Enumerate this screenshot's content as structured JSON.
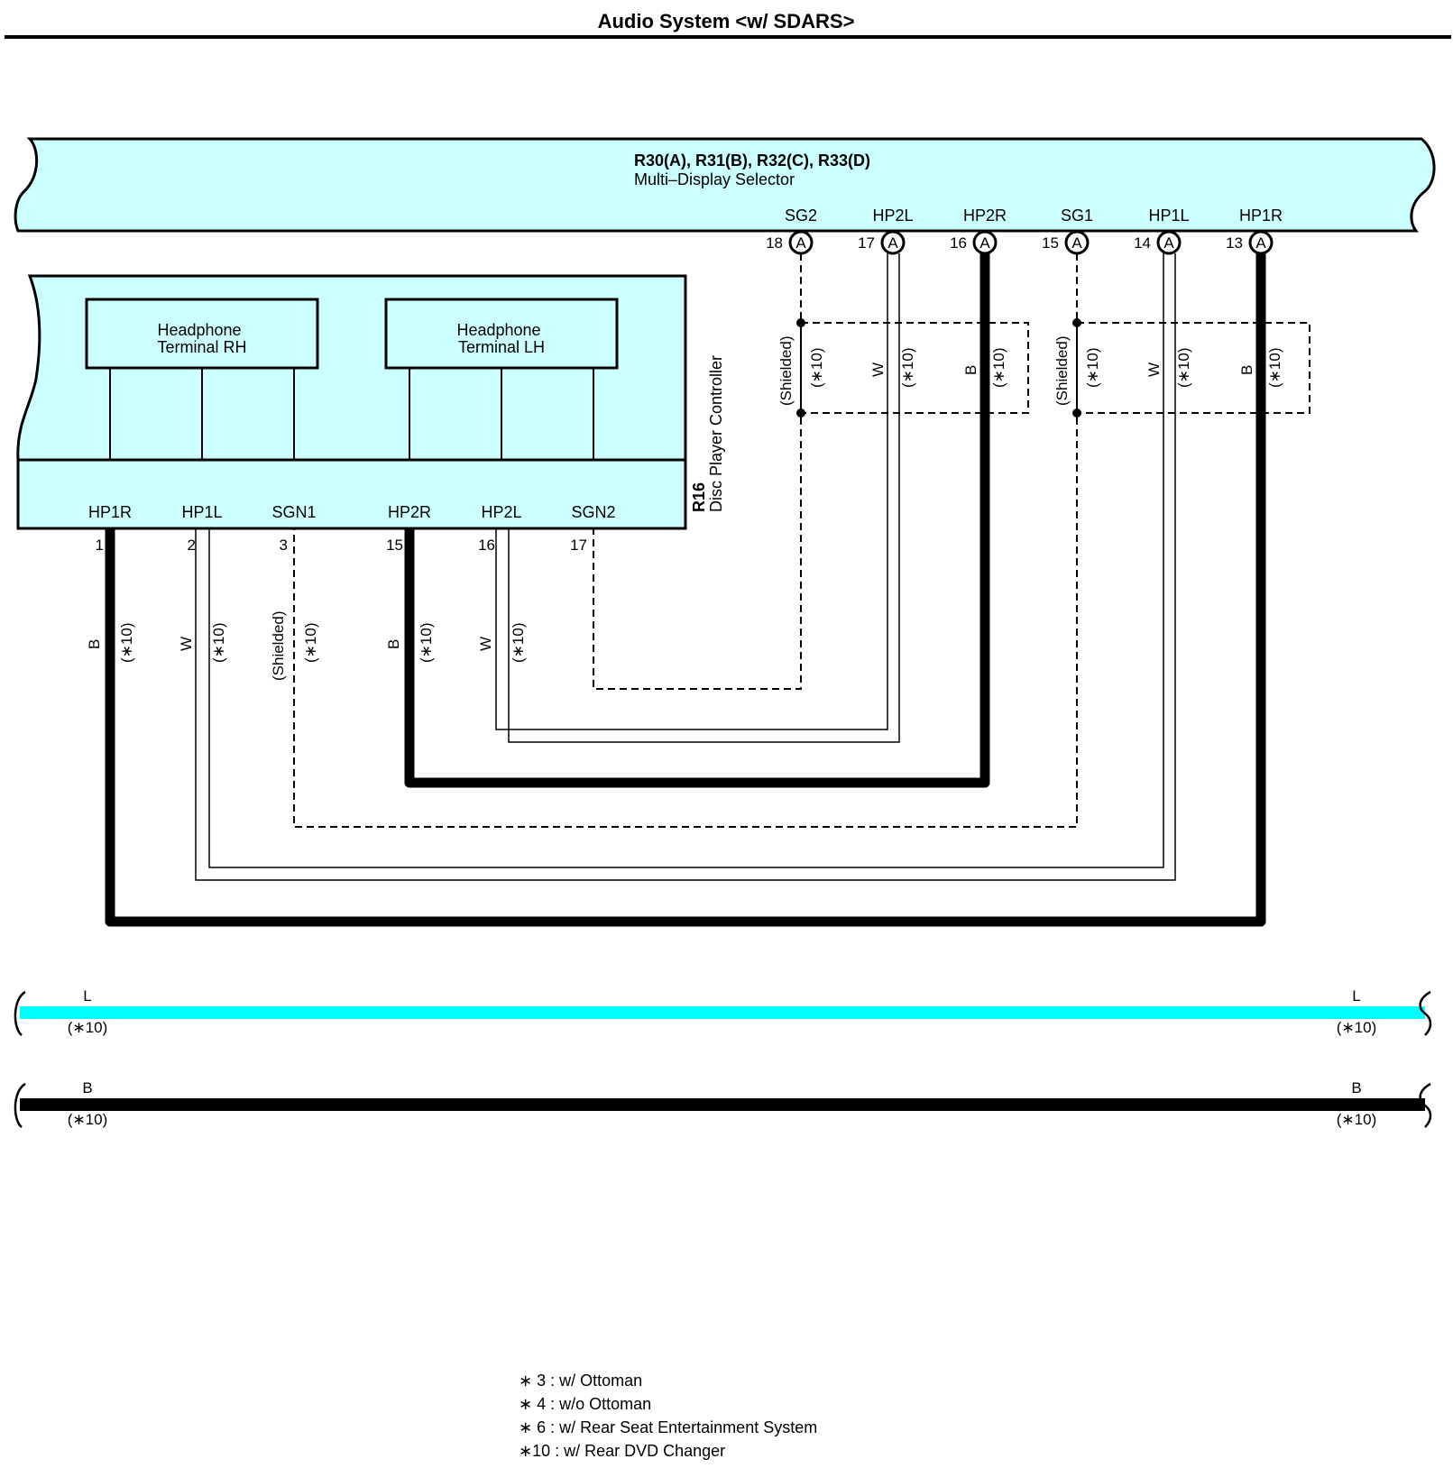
{
  "title": "Audio System <w/ SDARS>",
  "selector": {
    "codes": "R30(A), R31(B), R32(C), R33(D)",
    "name": "Multi–Display Selector",
    "pins": [
      {
        "label": "SG2",
        "number": "18",
        "connector": "A"
      },
      {
        "label": "HP2L",
        "number": "17",
        "connector": "A"
      },
      {
        "label": "HP2R",
        "number": "16",
        "connector": "A"
      },
      {
        "label": "SG1",
        "number": "15",
        "connector": "A"
      },
      {
        "label": "HP1L",
        "number": "14",
        "connector": "A"
      },
      {
        "label": "HP1R",
        "number": "13",
        "connector": "A"
      }
    ]
  },
  "controller": {
    "code": "R16",
    "name": "Disc Player Controller",
    "terminals": [
      {
        "line1": "Headphone",
        "line2": "Terminal RH"
      },
      {
        "line1": "Headphone",
        "line2": "Terminal LH"
      }
    ],
    "pins": [
      {
        "label": "HP1R",
        "number": "1"
      },
      {
        "label": "HP1L",
        "number": "2"
      },
      {
        "label": "SGN1",
        "number": "3"
      },
      {
        "label": "HP2R",
        "number": "15"
      },
      {
        "label": "HP2L",
        "number": "16"
      },
      {
        "label": "SGN2",
        "number": "17"
      }
    ]
  },
  "wire_labels": {
    "black": "B",
    "white": "W",
    "shielded": "(Shielded)",
    "note_ref": "(∗10)"
  },
  "upper_wires": [
    "(Shielded)",
    "W",
    "B",
    "(Shielded)",
    "W",
    "B"
  ],
  "lower_wires": [
    "B",
    "W",
    "(Shielded)",
    "B",
    "W"
  ],
  "legend_lines": [
    {
      "color_code": "L",
      "note": "(∗10)",
      "color": "#00ffff"
    },
    {
      "color_code": "B",
      "note": "(∗10)",
      "color": "#000000"
    }
  ],
  "colors": {
    "component_fill": "#ccffff",
    "wire_black": "#000000",
    "wire_blue": "#00ffff"
  },
  "notes": [
    "∗ 3 : w/ Ottoman",
    "∗ 4 : w/o Ottoman",
    "∗ 6 : w/ Rear Seat Entertainment System",
    "∗10 : w/ Rear DVD Changer"
  ]
}
